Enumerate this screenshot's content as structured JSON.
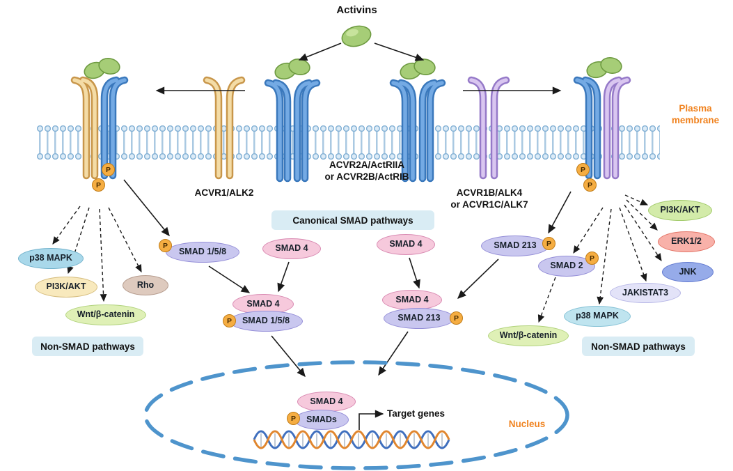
{
  "palette": {
    "membrane_blue": "#86b3d6",
    "ligand_green": "#a6cd77",
    "receptor_blue": "#3a78bc",
    "receptor_orange": "#c8964a",
    "receptor_purple": "#9579c8",
    "phosphate_orange": "#f5ad42",
    "nucleus_border": "#4e94cc",
    "accent_orange": "#f0821e",
    "pathway_box_blue": "#d9ecf4"
  },
  "badge_p": "P",
  "top": {
    "activins": "Activins"
  },
  "membrane_label": {
    "line1": "Plasma",
    "line2": "membrane"
  },
  "receptor_labels": {
    "acvr1": "ACVR1/ALK2",
    "acvr2_line1": "ACVR2A/ActRIIA",
    "acvr2_line2": "or ACVR2B/ActRIB",
    "acvr1b_line1": "ACVR1B/ALK4",
    "acvr1b_line2": "or ACVR1C/ALK7"
  },
  "pathway_boxes": {
    "canonical": "Canonical SMAD pathways",
    "non_smad_left": "Non-SMAD pathways",
    "non_smad_right": "Non-SMAD pathways"
  },
  "left_nodes": {
    "p38_mapk": "p38 MAPK",
    "pi3k_akt": "PI3K/AKT",
    "wnt_bcatenin": "Wnt/β-catenin",
    "rho": "Rho"
  },
  "left_cascade": {
    "smad158": "SMAD 1/5/8",
    "smad4": "SMAD 4",
    "complex_smad4": "SMAD 4",
    "complex_smad158": "SMAD 1/5/8"
  },
  "right_cascade": {
    "smad4": "SMAD 4",
    "smad213": "SMAD 213",
    "complex_smad4": "SMAD 4",
    "complex_smad213": "SMAD 213"
  },
  "right_nodes": {
    "pi3k_akt": "PI3K/AKT",
    "erk12": "ERK1/2",
    "jnk": "JNK",
    "jakistat3": "JAKISTAT3",
    "p38_mapk": "p38 MAPK",
    "wnt_bcatenin": "Wnt/β-catenin",
    "smad2": "SMAD 2"
  },
  "nucleus": {
    "label": "Nucleus",
    "smad4": "SMAD 4",
    "smads": "SMADs",
    "target_genes": "Target genes"
  }
}
